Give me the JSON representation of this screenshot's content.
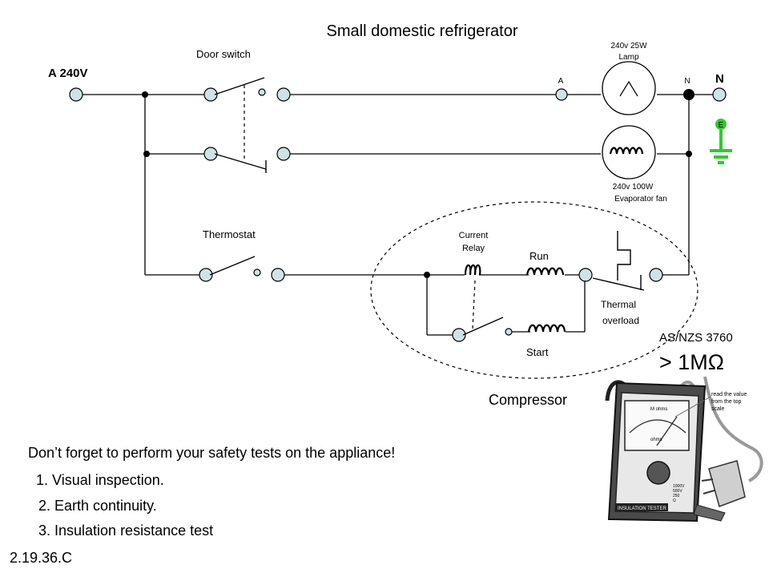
{
  "title": "Small domestic refrigerator",
  "labels": {
    "supply_active": "A 240V",
    "neutral": "N",
    "door_switch": "Door switch",
    "lamp_rating": "240v 25W",
    "lamp_name": "Lamp",
    "lamp_a": "A",
    "lamp_n": "N",
    "earth": "E",
    "fan_rating": "240v 100W",
    "fan_name": "Evaporator fan",
    "thermostat": "Thermostat",
    "current_relay_1": "Current",
    "current_relay_2": "Relay",
    "run": "Run",
    "start": "Start",
    "thermal_1": "Thermal",
    "thermal_2": "overload",
    "compressor": "Compressor",
    "standard": "AS/NZS 3760",
    "resistance": "> 1MΩ"
  },
  "tester": {
    "scale_label": "M ohms",
    "scale_unit": "ohms",
    "device_label": "INSULATION TESTER",
    "callout": [
      "read the value",
      "from the top",
      "scale"
    ],
    "range_options": [
      "1000V",
      "500V",
      "250",
      "Ω"
    ]
  },
  "notes": {
    "reminder": "Don’t forget to perform your safety tests on the appliance!",
    "steps": [
      "1. Visual inspection.",
      "2. Earth continuity.",
      "3. Insulation resistance test"
    ]
  },
  "slide_code": "2.19.36.C",
  "colors": {
    "earth": "#2ecc2e",
    "terminal": "#cfe3e6"
  }
}
